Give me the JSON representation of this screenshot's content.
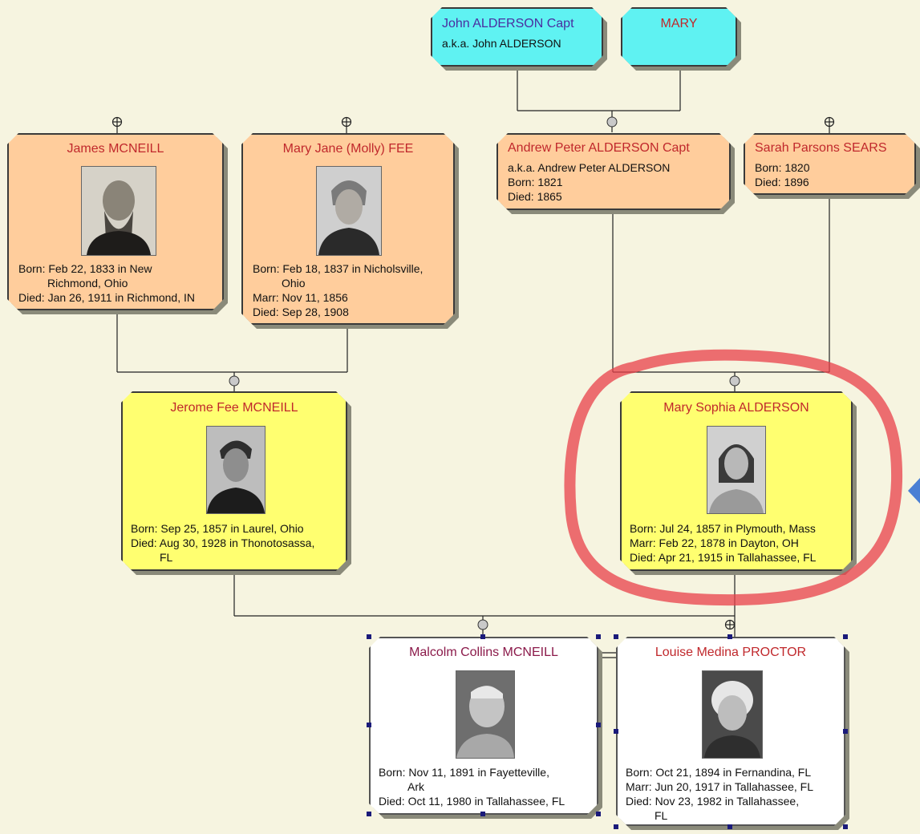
{
  "people": {
    "john": {
      "name": "John ALDERSON Capt",
      "aka": "a.k.a. John ALDERSON"
    },
    "mary": {
      "name": "MARY"
    },
    "james": {
      "name": "James MCNEILL",
      "born1": "Born: Feb 22, 1833 in New",
      "born2": "Richmond, Ohio",
      "died": "Died: Jan 26, 1911 in Richmond, IN"
    },
    "maryjane": {
      "name": "Mary Jane (Molly) FEE",
      "born1": "Born: Feb 18, 1837 in Nicholsville,",
      "born2": "Ohio",
      "marr": "Marr: Nov 11, 1856",
      "died": "Died: Sep 28, 1908"
    },
    "andrew": {
      "name": "Andrew Peter ALDERSON Capt",
      "aka": "a.k.a. Andrew Peter ALDERSON",
      "born": "Born: 1821",
      "died": "Died: 1865"
    },
    "sarah": {
      "name": "Sarah Parsons SEARS",
      "born": "Born: 1820",
      "died": "Died: 1896"
    },
    "jerome": {
      "name": "Jerome Fee MCNEILL",
      "born": "Born: Sep 25, 1857 in Laurel, Ohio",
      "died1": "Died: Aug 30, 1928 in Thonotosassa,",
      "died2": "FL"
    },
    "sophia": {
      "name": "Mary Sophia ALDERSON",
      "born": "Born: Jul 24, 1857 in Plymouth, Mass",
      "marr": "Marr: Feb 22, 1878 in Dayton, OH",
      "died": "Died: Apr 21, 1915 in Tallahassee, FL"
    },
    "malcolm": {
      "name": "Malcolm Collins MCNEILL",
      "born1": "Born: Nov 11, 1891 in Fayetteville,",
      "born2": "Ark",
      "died": "Died: Oct 11, 1980 in Tallahassee, FL"
    },
    "louise": {
      "name": "Louise Medina PROCTOR",
      "born": "Born: Oct 21, 1894 in Fernandina, FL",
      "marr": "Marr: Jun 20, 1917 in Tallahassee, FL",
      "died1": "Died: Nov 23, 1982 in Tallahassee,",
      "died2": "FL"
    }
  },
  "colors": {
    "background": "#f6f4e0",
    "cyan": "#5ff2f2",
    "peach": "#ffcd9c",
    "yellow": "#ffff70",
    "name_red": "#c0282c",
    "highlight": "#e8404a",
    "nav": "#4a7fd4"
  },
  "icons": [
    "expand-icon",
    "family-node-icon",
    "nav-arrow-icon"
  ]
}
